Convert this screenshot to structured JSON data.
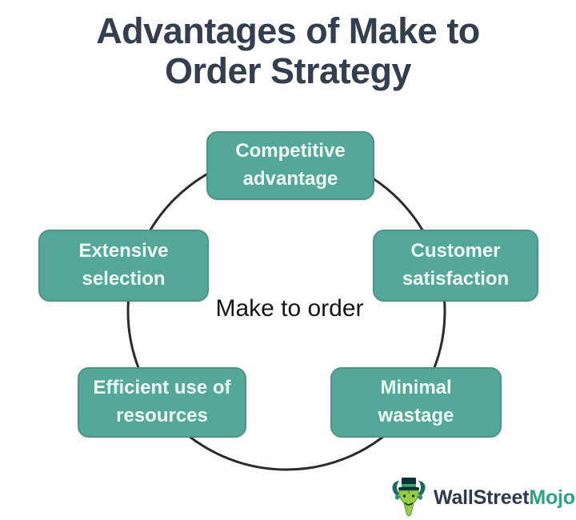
{
  "title": {
    "text": "Advantages of Make to Order Strategy",
    "line1": "Advantages of Make to",
    "line2": "Order Strategy"
  },
  "diagram": {
    "type": "cycle",
    "center_label": "Make to order",
    "nodes": [
      {
        "id": "competitive-advantage",
        "label": "Competitive advantage",
        "lines": [
          "Competitive",
          "advantage"
        ],
        "position": "top"
      },
      {
        "id": "customer-satisfaction",
        "label": "Customer satisfaction",
        "lines": [
          "Customer",
          "satisfaction"
        ],
        "position": "right"
      },
      {
        "id": "minimal-wastage",
        "label": "Minimal wastage",
        "lines": [
          "Minimal",
          "wastage"
        ],
        "position": "bottom-right"
      },
      {
        "id": "efficient-use-of-resources",
        "label": "Efficient use of resources",
        "lines": [
          "Efficient use of",
          "resources"
        ],
        "position": "bottom-left"
      },
      {
        "id": "extensive-selection",
        "label": "Extensive selection",
        "lines": [
          "Extensive",
          "selection"
        ],
        "position": "left"
      }
    ]
  },
  "branding": {
    "logo_icon": "bull-with-top-hat-icon",
    "logo_primary": "WallStreet",
    "logo_secondary": "Mojo"
  },
  "colors": {
    "background": "#ffffff",
    "title_text": "#333f4e",
    "node_fill": "#55a897",
    "node_border": "#4f9384",
    "node_text": "#eff9f5",
    "circle_stroke": "#2b2b2b",
    "center_text": "#161616",
    "brand_navy": "#2e3b4e",
    "brand_green": "#27a77b"
  }
}
